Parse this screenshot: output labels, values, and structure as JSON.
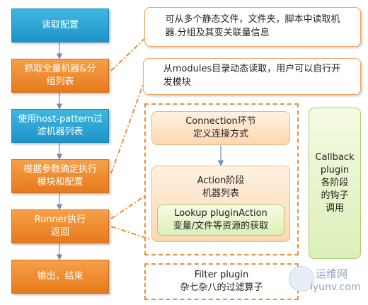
{
  "flow": {
    "step1": "读取配置",
    "step2": "抓取全量机器&分\n组列表",
    "step3": "使用host-pattern过\n滤机器列表",
    "step4": "根据参数确定执行\n模块和配置",
    "step5": "Runner执行\n返回",
    "step6": "输出，结束"
  },
  "notes": {
    "inventory": "可从多个静态文件，文件夹，脚本中读取机\n器.分组及其变关联量信息",
    "modules": "从modules目录动态读取，用户可以自行开\n发模块"
  },
  "runner": {
    "connection": "Connection环节\n定义连接方式",
    "action": "Action阶段\n机器列表",
    "lookup": "Lookup pluginAction\n变量/文件等资源的获取",
    "callback": "Callback\nplugin\n各阶段\n的钩子\n调用",
    "filter": "Filter plugin\n杂七杂八的过滤算子"
  },
  "watermark": {
    "name": "运维网",
    "url": "iyunv.com"
  },
  "colors": {
    "teal": "#2aa3d6",
    "orange": "#ef8a2a",
    "connector_dash": "#e8913a",
    "arrow": "#6f8fb8"
  }
}
